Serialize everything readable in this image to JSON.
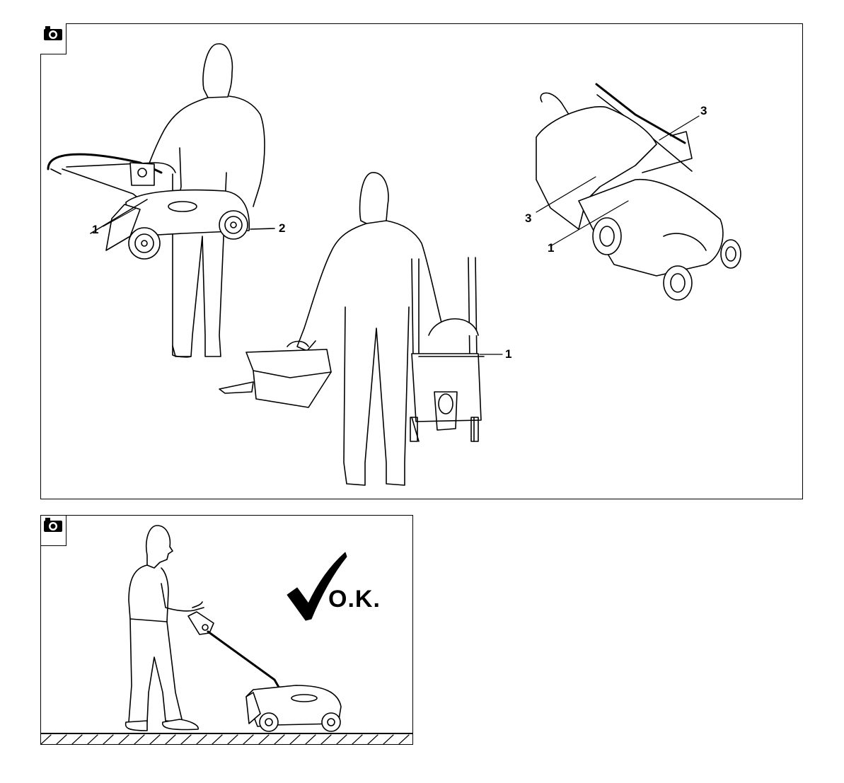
{
  "panels": [
    {
      "icon": "camera-icon",
      "callouts": {
        "a": "1",
        "b": "2",
        "c": "1",
        "d": "3",
        "e": "3",
        "f": "1"
      }
    },
    {
      "icon": "camera-icon",
      "ok_label": "O.K.",
      "check_icon": "checkmark-icon"
    }
  ]
}
